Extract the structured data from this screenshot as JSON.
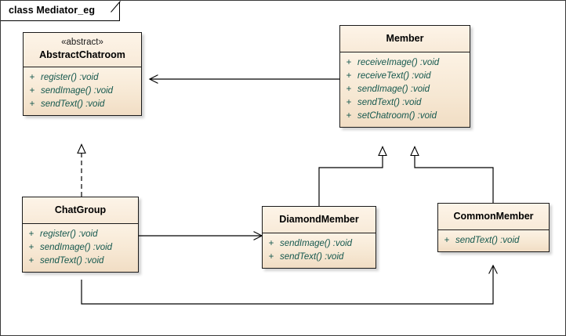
{
  "frame": {
    "title": "class Mediator_eg",
    "border_color": "#3a3a3a",
    "background": "#ffffff"
  },
  "theme": {
    "class_fill_top": "#fdf3e6",
    "class_fill_bottom": "#f1ddc4",
    "class_border": "#1a1a1a",
    "operation_text": "#14574d",
    "name_text": "#000000",
    "connector": "#000000"
  },
  "classes": [
    {
      "id": "abstract-chatroom",
      "name": "AbstractChatroom",
      "stereotype": "«abstract»",
      "abstract": true,
      "operations": [
        {
          "visibility": "+",
          "signature": "register()  :void"
        },
        {
          "visibility": "+",
          "signature": "sendImage()  :void"
        },
        {
          "visibility": "+",
          "signature": "sendText()  :void"
        }
      ]
    },
    {
      "id": "member",
      "name": "Member",
      "stereotype": "",
      "abstract": false,
      "operations": [
        {
          "visibility": "+",
          "signature": "receiveImage()  :void"
        },
        {
          "visibility": "+",
          "signature": "receiveText()  :void"
        },
        {
          "visibility": "+",
          "signature": "sendImage()  :void"
        },
        {
          "visibility": "+",
          "signature": "sendText()  :void"
        },
        {
          "visibility": "+",
          "signature": "setChatroom()  :void"
        }
      ]
    },
    {
      "id": "chat-group",
      "name": "ChatGroup",
      "stereotype": "",
      "abstract": false,
      "operations": [
        {
          "visibility": "+",
          "signature": "register()  :void"
        },
        {
          "visibility": "+",
          "signature": "sendImage()  :void"
        },
        {
          "visibility": "+",
          "signature": "sendText()  :void"
        }
      ]
    },
    {
      "id": "diamond-member",
      "name": "DiamondMember",
      "stereotype": "",
      "abstract": false,
      "operations": [
        {
          "visibility": "+",
          "signature": "sendImage()  :void"
        },
        {
          "visibility": "+",
          "signature": "sendText()  :void"
        }
      ]
    },
    {
      "id": "common-member",
      "name": "CommonMember",
      "stereotype": "",
      "abstract": false,
      "operations": [
        {
          "visibility": "+",
          "signature": "sendText()  :void"
        }
      ]
    }
  ],
  "connectors": [
    {
      "id": "member-to-abstractchatroom",
      "type": "association",
      "arrow": "open",
      "from": "member",
      "to": "abstract-chatroom"
    },
    {
      "id": "chatgroup-realizes-abstractchatroom",
      "type": "realization",
      "arrow": "hollow-triangle",
      "line": "dashed",
      "from": "chat-group",
      "to": "abstract-chatroom"
    },
    {
      "id": "diamondmember-extends-member",
      "type": "generalization",
      "arrow": "hollow-triangle",
      "line": "solid",
      "from": "diamond-member",
      "to": "member"
    },
    {
      "id": "commonmember-extends-member",
      "type": "generalization",
      "arrow": "hollow-triangle",
      "line": "solid",
      "from": "common-member",
      "to": "member"
    },
    {
      "id": "chatgroup-to-diamondmember",
      "type": "association",
      "arrow": "open",
      "line": "solid",
      "from": "chat-group",
      "to": "diamond-member"
    },
    {
      "id": "chatgroup-to-commonmember",
      "type": "association",
      "arrow": "open",
      "line": "solid",
      "from": "chat-group",
      "to": "common-member"
    }
  ]
}
